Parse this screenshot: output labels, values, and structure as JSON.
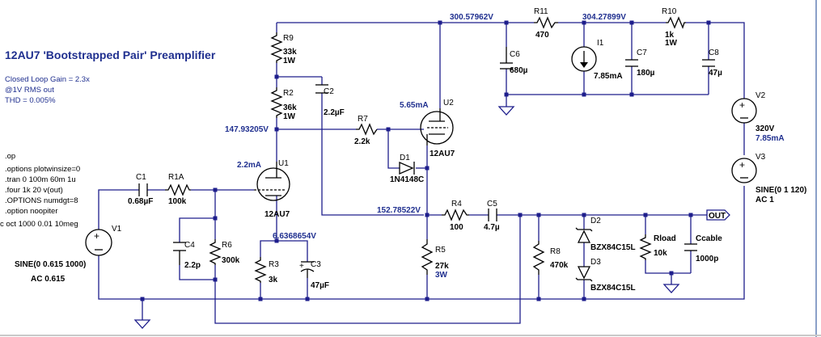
{
  "title": "12AU7 'Bootstrapped Pair' Preamplifier",
  "notes": [
    "Closed Loop Gain = 2.3x",
    "@1V RMS out",
    "THD = 0.005%"
  ],
  "spice": [
    ".op",
    ".options plotwinsize=0",
    ".tran 0 100m 60m 1u",
    ".four 1k 20 v(out)",
    ".OPTIONS numdgt=8",
    ".option noopiter",
    "c oct 1000 0.01 10meg"
  ],
  "node_voltages": {
    "top_rail": "300.57962V",
    "supply_node": "304.27899V",
    "r9_r2": "147.93205V",
    "cathode_u2": "152.78522V",
    "cathode_u1": "6.6368654V"
  },
  "currents": {
    "u1": "2.2mA",
    "u2": "5.65mA",
    "i1": "7.85mA"
  },
  "parts": {
    "r9": {
      "name": "R9",
      "value": "33k",
      "power": "1W"
    },
    "r2": {
      "name": "R2",
      "value": "36k",
      "power": "1W"
    },
    "c2": {
      "name": "C2",
      "value": "2.2µF"
    },
    "r7": {
      "name": "R7",
      "value": "2.2k"
    },
    "d1": {
      "name": "D1",
      "value": "1N4148C"
    },
    "u1": {
      "name": "U1",
      "value": "12AU7"
    },
    "u2": {
      "name": "U2",
      "value": "12AU7"
    },
    "r11": {
      "name": "R11",
      "value": "470"
    },
    "r10": {
      "name": "R10",
      "value": "1k",
      "power": "1W"
    },
    "c6": {
      "name": "C6",
      "value": "680µ"
    },
    "i1": {
      "name": "I1"
    },
    "c7": {
      "name": "C7",
      "value": "180µ"
    },
    "c8": {
      "name": "C8",
      "value": "47µ"
    },
    "v2": {
      "name": "V2",
      "value": "320V",
      "extra": "7.85mA"
    },
    "v3": {
      "name": "V3",
      "value": "SINE(0 1 120)",
      "extra": "AC 1"
    },
    "c1": {
      "name": "C1",
      "value": "0.68µF"
    },
    "r1a": {
      "name": "R1A",
      "value": "100k"
    },
    "v1": {
      "name": "V1",
      "value": "SINE(0 0.615 1000)",
      "extra": "AC 0.615"
    },
    "c4": {
      "name": "C4",
      "value": "2.2p"
    },
    "r6": {
      "name": "R6",
      "value": "300k"
    },
    "r3": {
      "name": "R3",
      "value": "3k"
    },
    "c3": {
      "name": "C3",
      "value": "47µF"
    },
    "r4": {
      "name": "R4",
      "value": "100"
    },
    "c5": {
      "name": "C5",
      "value": "4.7µ"
    },
    "r5": {
      "name": "R5",
      "value": "27k",
      "power": "3W"
    },
    "r8": {
      "name": "R8",
      "value": "470k"
    },
    "d2": {
      "name": "D2",
      "value": "BZX84C15L"
    },
    "d3": {
      "name": "D3",
      "value": "BZX84C15L"
    },
    "rload": {
      "name": "Rload",
      "value": "10k"
    },
    "ccable": {
      "name": "Ccable",
      "value": "1000p"
    }
  },
  "out_label": "OUT",
  "colors": {
    "wire": "#1e1e8c",
    "label_blue": "#1f2f8f",
    "component": "#000000"
  }
}
